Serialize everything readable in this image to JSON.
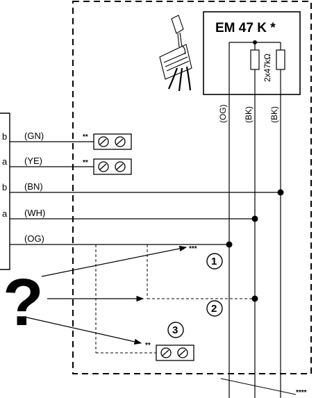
{
  "module": {
    "title": "EM 47 K *",
    "resistor_label": "2x47kΩ",
    "wire_codes": [
      "(OG)",
      "(BK)",
      "(BK)"
    ]
  },
  "terminal_rows": [
    {
      "term": "b",
      "code": "(GN)"
    },
    {
      "term": "a",
      "code": "(YE)"
    },
    {
      "term": "b",
      "code": "(BN)"
    },
    {
      "term": "a",
      "code": "(WH)"
    },
    {
      "term": "",
      "code": "(OG)"
    }
  ],
  "markers": {
    "double": "**",
    "triple": "***",
    "quad": "****"
  },
  "options": [
    {
      "number": "1"
    },
    {
      "number": "2"
    },
    {
      "number": "3"
    }
  ],
  "question_mark": "?"
}
